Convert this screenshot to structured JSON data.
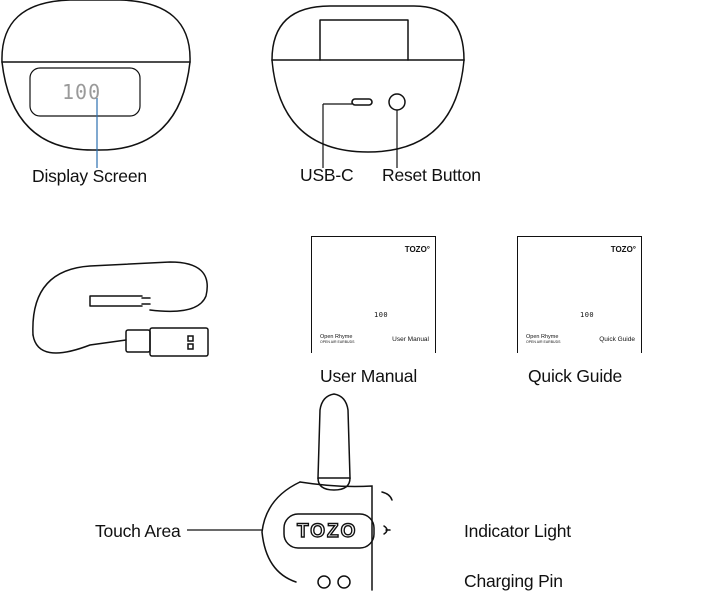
{
  "labels": {
    "display_screen": "Display Screen",
    "usb_c": "USB-C",
    "reset_button": "Reset Button",
    "user_manual": "User Manual",
    "quick_guide": "Quick Guide",
    "touch_area": "Touch Area",
    "indicator_light": "Indicator Light",
    "charging_pin": "Charging Pin"
  },
  "case_front": {
    "lcd_text": "100"
  },
  "manuals": [
    {
      "brand": "TOZO°",
      "model": "Open Rhyme",
      "subtitle": "OPEN AIR EARBUDS",
      "lcd_text": "100",
      "title": "User Manual"
    },
    {
      "brand": "TOZO°",
      "model": "Open Rhyme",
      "subtitle": "OPEN AIR EARBUDS",
      "lcd_text": "100",
      "title": "Quick Guide"
    }
  ],
  "earbud": {
    "logo": "TOZO"
  },
  "colors": {
    "line": "#111111",
    "leader": "#2a6fb0",
    "lcd": "#9a9a9a"
  }
}
